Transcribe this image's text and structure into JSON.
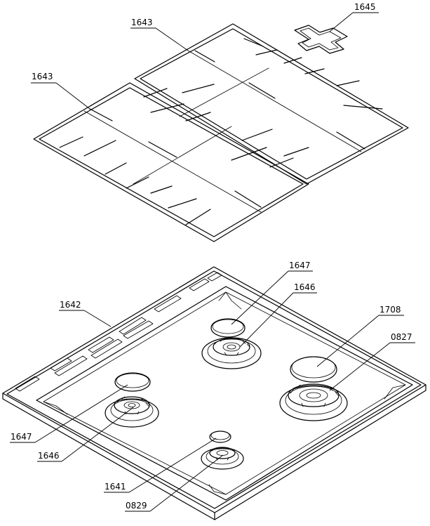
{
  "labels": {
    "grate_top_right": "1643",
    "grate_top_left": "1643",
    "wok_support": "1645",
    "hob_tray": "1642",
    "cap_rear": "1647",
    "burner_rear": "1646",
    "cap_large": "1708",
    "burner_large": "0827",
    "cap_left": "1647",
    "burner_left": "1646",
    "cap_small": "1641",
    "burner_small": "0829"
  }
}
